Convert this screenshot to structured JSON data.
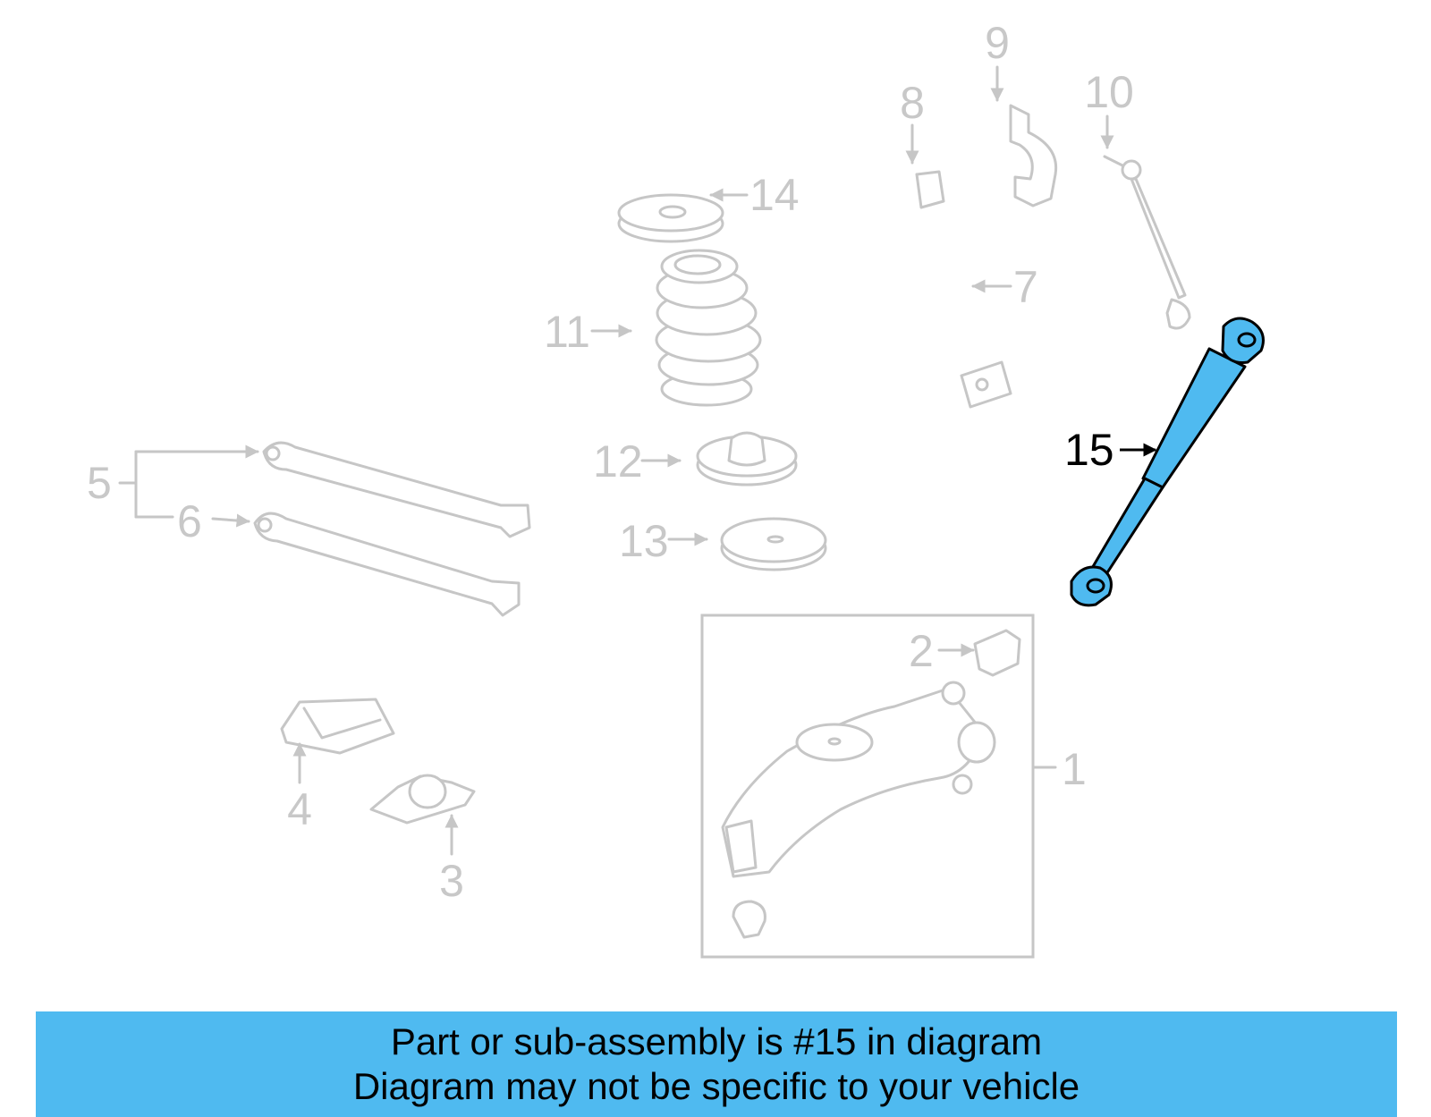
{
  "colors": {
    "highlight": "#4FBAF0",
    "banner": "#4FBAF0",
    "part_outline": "#c6c6c6",
    "label_gray": "#c8c8c8",
    "label_highlight": "#000000"
  },
  "callouts": {
    "c1": "1",
    "c2": "2",
    "c3": "3",
    "c4": "4",
    "c5": "5",
    "c6": "6",
    "c7": "7",
    "c8": "8",
    "c9": "9",
    "c10": "10",
    "c11": "11",
    "c12": "12",
    "c13": "13",
    "c14": "14",
    "c15": "15"
  },
  "highlighted_part": "15",
  "banner": {
    "line1": "Part or sub-assembly is #15 in diagram",
    "line2": "Diagram may not be specific to your vehicle"
  }
}
